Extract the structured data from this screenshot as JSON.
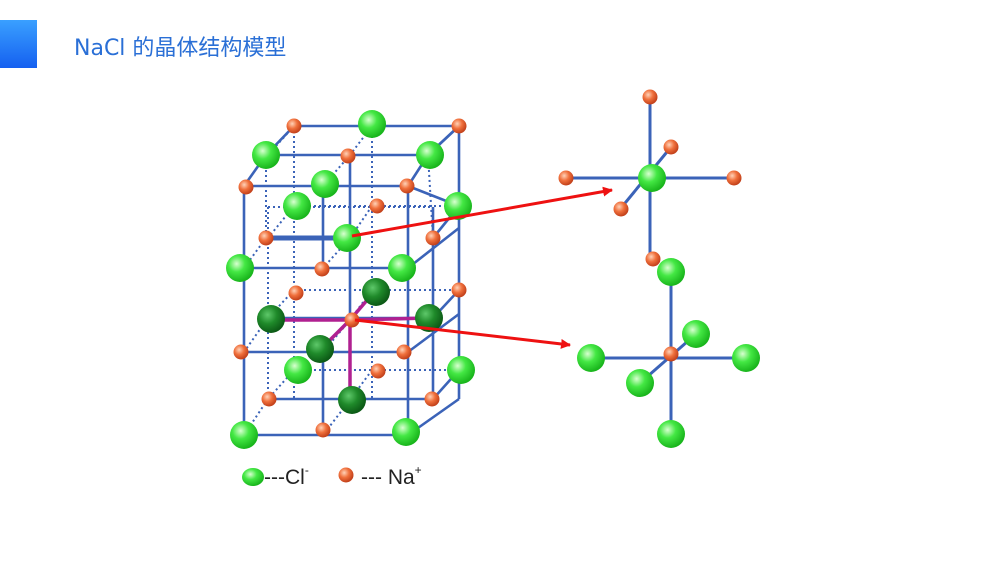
{
  "slide": {
    "title": "NaCl 的晶体结构模型"
  },
  "legend": {
    "chloride_label": "---Cl",
    "chloride_charge": "-",
    "sodium_label": "--- Na",
    "sodium_charge": "+"
  },
  "colors": {
    "accent": "#1a72f0",
    "title": "#2a6fd6",
    "bond": "#3b63b8",
    "chloride": "#33dd33",
    "chloride_dark": "#1a8f2a",
    "sodium": "#f07040",
    "arrow": "#ee1111",
    "highlight": "#b02090"
  }
}
